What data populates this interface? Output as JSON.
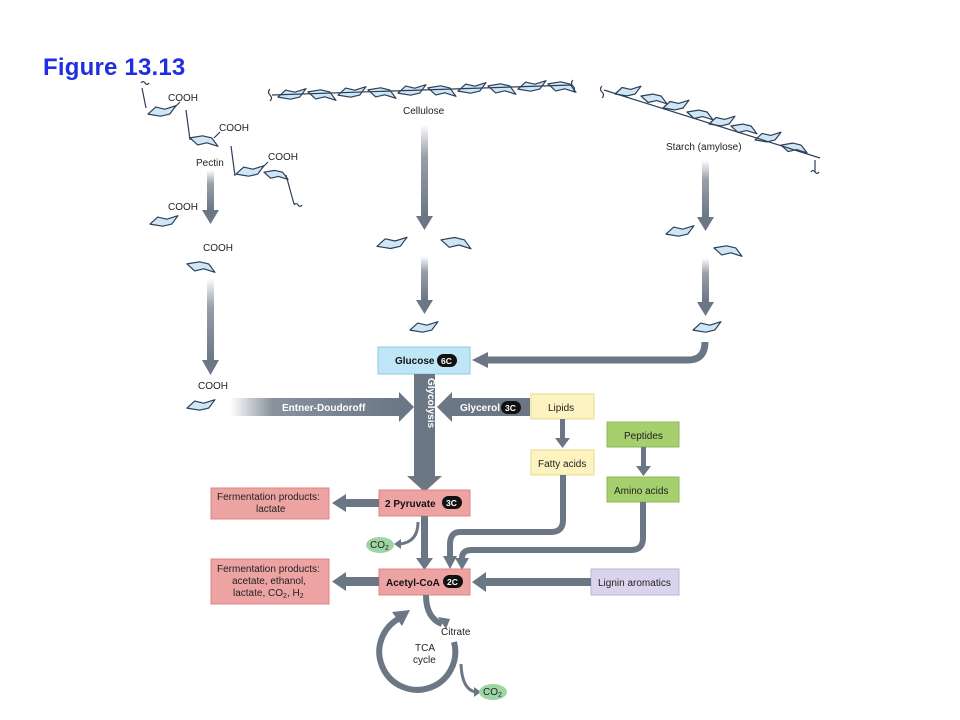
{
  "figure_title": "Figure 13.13",
  "polymers": {
    "pectin": "Pectin",
    "cellulose": "Cellulose",
    "starch": "Starch (amylose)",
    "cooh": "COOH"
  },
  "pathways": {
    "entner_doudoroff": "Entner-Doudoroff",
    "glycolysis": "Glycolysis"
  },
  "boxes": {
    "glucose": "Glucose",
    "glycerol": "Glycerol",
    "lipids": "Lipids",
    "fatty_acids": "Fatty acids",
    "peptides": "Peptides",
    "amino_acids": "Amino acids",
    "pyruvate": "2 Pyruvate",
    "acetyl_coa": "Acetyl-CoA",
    "lignin": "Lignin aromatics",
    "ferm1_line1": "Fermentation products:",
    "ferm1_line2": "lactate",
    "ferm2_line1": "Fermentation products:",
    "ferm2_line2": "acetate, ethanol,",
    "ferm2_line3_a": "lactate, CO",
    "ferm2_line3_b": "2",
    "ferm2_line3_c": ", H",
    "ferm2_line3_d": "2"
  },
  "carbon_tags": {
    "glucose": "6C",
    "glycerol": "3C",
    "pyruvate": "3C",
    "acetyl_coa": "2C"
  },
  "tca": {
    "citrate": "Citrate",
    "tca": "TCA",
    "cycle": "cycle"
  },
  "co2": {
    "co": "CO",
    "sub": "2"
  },
  "colors": {
    "title": "#1f2fe0",
    "arrow": "#6b7785",
    "glucose_box": "#bfe6f7",
    "lipid_box": "#fdf3c0",
    "peptide_box": "#a6cf6e",
    "red_box": "#eea3a3",
    "lignin_box": "#d9d3ec",
    "co2_ellipse": "#9fd4a5",
    "ring_fill": "#cfe6f6"
  }
}
